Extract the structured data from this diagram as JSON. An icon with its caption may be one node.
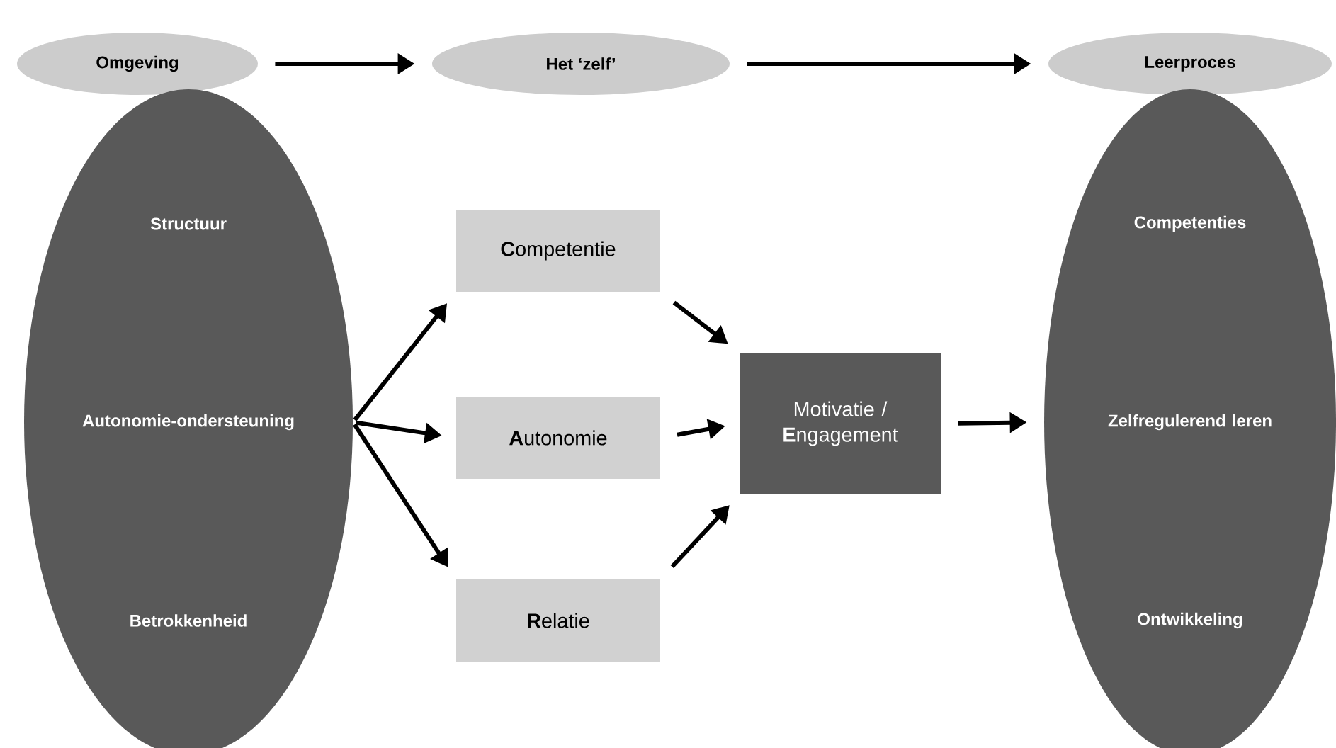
{
  "diagram": {
    "nodes": [
      {
        "text": [
          "Omgeving"
        ]
      },
      {
        "text": [
          "Het ‘zelf’"
        ]
      },
      {
        "text": [
          "Leerproces"
        ]
      },
      {
        "text": [
          "Structuur",
          "Autonomie-ondersteuning",
          "Betrokkenheid"
        ]
      },
      {
        "text": [
          "**C**ompetentie"
        ]
      },
      {
        "text": [
          "**A**utonomie"
        ]
      },
      {
        "text": [
          "**R**elatie"
        ]
      },
      {
        "text": [
          "Motivatie / **E**ngagement"
        ]
      },
      {
        "text": [
          "Competenties",
          "Zelfregulerend leren",
          "Ontwikkeling"
        ]
      }
    ],
    "edges": [
      {
        "from": 0,
        "to": 1,
        "arrow": "to"
      },
      {
        "from": 1,
        "to": 2,
        "arrow": "to"
      },
      {
        "from": 3,
        "to": 4,
        "arrow": "to"
      },
      {
        "from": 3,
        "to": 5,
        "arrow": "to"
      },
      {
        "from": 3,
        "to": 6,
        "arrow": "to"
      },
      {
        "from": 4,
        "to": 7,
        "arrow": "to"
      },
      {
        "from": 5,
        "to": 7,
        "arrow": "to"
      },
      {
        "from": 6,
        "to": 7,
        "arrow": "to"
      },
      {
        "from": 7,
        "to": 8,
        "arrow": "to"
      }
    ]
  }
}
